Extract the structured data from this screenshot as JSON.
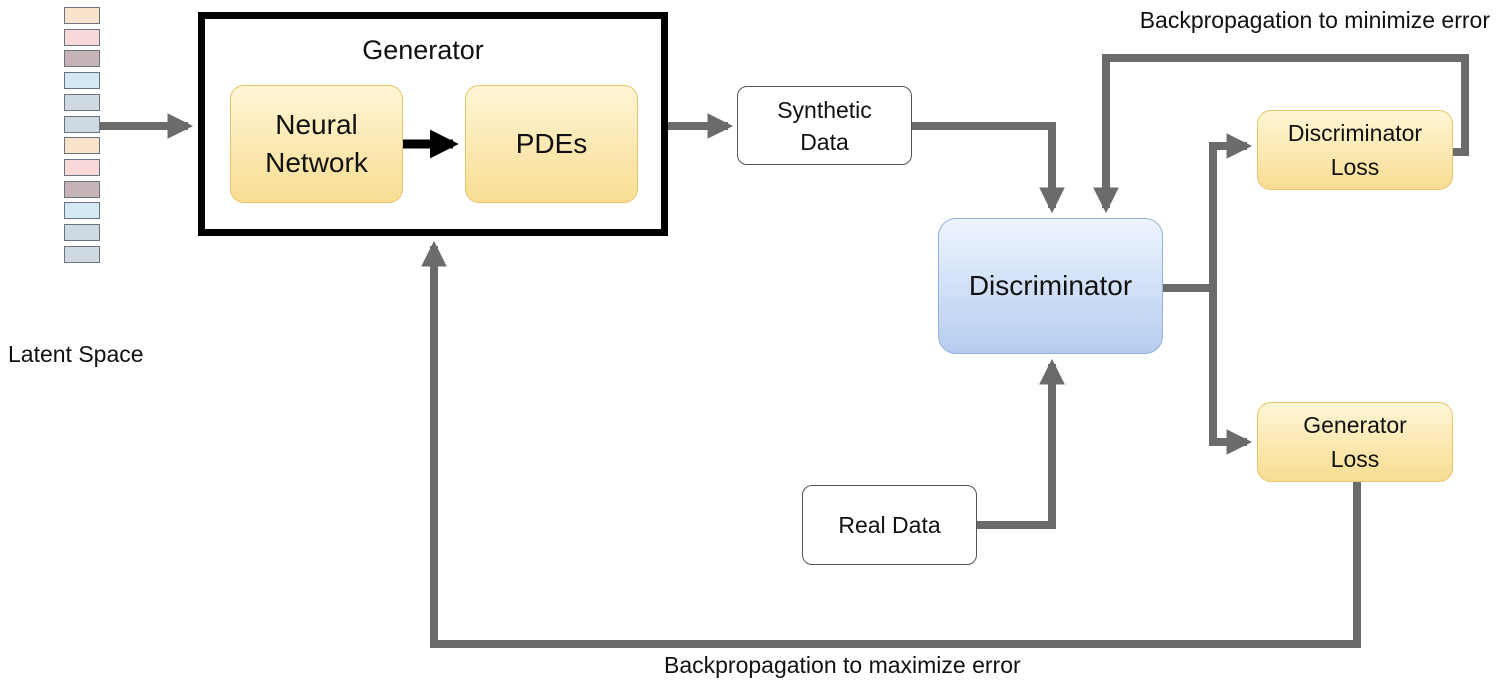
{
  "latent_space": {
    "label": "Latent Space",
    "cell_colors": [
      "#fae3cc",
      "#f8d8d8",
      "#c8b4b8",
      "#d5e9f4",
      "#cfd9e2",
      "#cfd9e2",
      "#fae3cc",
      "#f8d8d8",
      "#c8b4b8",
      "#d5e9f4",
      "#cfd9e2",
      "#cfd9e2"
    ]
  },
  "generator": {
    "title": "Generator",
    "neural_network": "Neural\nNetwork",
    "pdes": "PDEs"
  },
  "synthetic_data": "Synthetic\nData",
  "real_data": "Real Data",
  "discriminator": "Discriminator",
  "discriminator_loss": "Discriminator\nLoss",
  "generator_loss": "Generator\nLoss",
  "labels": {
    "minimize": "Backpropagation to minimize error",
    "maximize": "Backpropagation to maximize error"
  },
  "colors": {
    "connector": "#6b6b6b",
    "generator_frame": "#000000",
    "yellow_box": "#f8dd92",
    "blue_box": "#b5cdee"
  }
}
